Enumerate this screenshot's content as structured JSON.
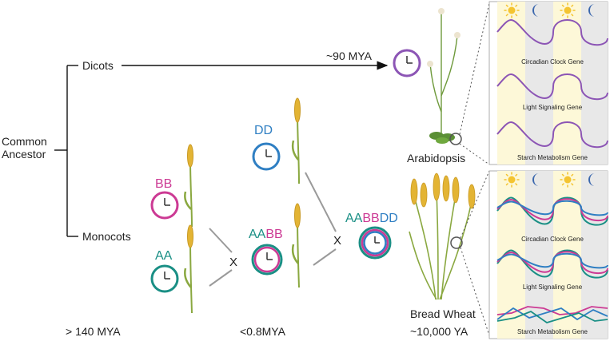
{
  "tree": {
    "root": "Common Ancestor",
    "root_lines": [
      "Common",
      "Ancestor"
    ],
    "dicots": "Dicots",
    "monocots": "Monocots",
    "dicot_divergence": "~90 MYA"
  },
  "genomes": {
    "bb": [
      "BB"
    ],
    "aa": [
      "AA"
    ],
    "dd": [
      "DD"
    ],
    "aabb": [
      "AA",
      "BB"
    ],
    "aabbdd": [
      "AA",
      "BB",
      "DD"
    ],
    "cross_symbol": "X"
  },
  "timeline": [
    "> 140 MYA",
    "<0.8MYA",
    "~10,000 YA"
  ],
  "species": {
    "arabidopsis": "Arabidopsis",
    "wheat": "Bread Wheat"
  },
  "panels": {
    "arabidopsis": {
      "genes": [
        "Circadian Clock Gene",
        "Light Signaling Gene",
        "Starch Metabolism Gene"
      ]
    },
    "wheat": {
      "genes": [
        "Circadian Clock Gene",
        "Light Signaling Gene",
        "Starch Metabolism Gene"
      ]
    },
    "day_icon": "sun-icon",
    "night_icon": "moon-icon"
  },
  "colors": {
    "dicot": "#8c55b5",
    "genome_a": "#1a8f85",
    "genome_b": "#cc3a94",
    "genome_d": "#2f7fc3",
    "day_band": "#fdf8d8",
    "night_band": "#e6e6e6",
    "wheat": "#e3b434",
    "stem": "#8aa840"
  }
}
